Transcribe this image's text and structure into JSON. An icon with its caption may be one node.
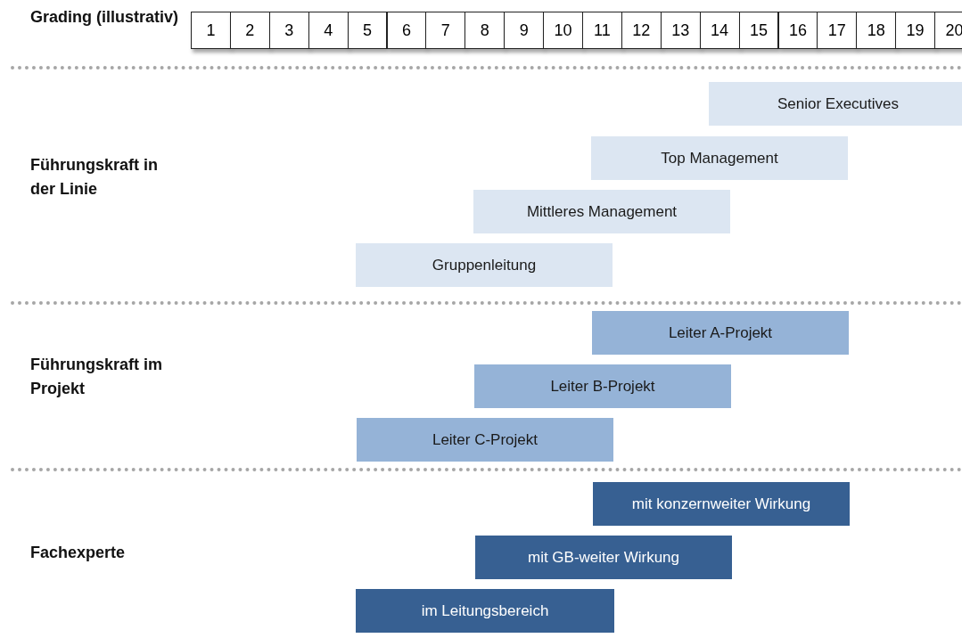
{
  "diagram": {
    "nodes": [
      {
        "text": [
          "Senior Executives"
        ]
      },
      {
        "text": [
          "Top Management"
        ]
      },
      {
        "text": [
          "Mittleres Management"
        ]
      },
      {
        "text": [
          "Gruppenleitung"
        ]
      },
      {
        "text": [
          "Leiter A-Projekt"
        ]
      },
      {
        "text": [
          "Leiter B-Projekt"
        ]
      },
      {
        "text": [
          "Leiter C-Projekt"
        ]
      },
      {
        "text": [
          "mit konzernweiter Wirkung"
        ]
      },
      {
        "text": [
          "mit GB-weiter Wirkung"
        ]
      },
      {
        "text": [
          "im Leitungsbereich"
        ]
      }
    ],
    "labels": [
      "Grading (illustrativ)",
      "1",
      "2",
      "3",
      "4",
      "5",
      "6",
      "7",
      "8",
      "9",
      "10",
      "11",
      "12",
      "13",
      "14",
      "15",
      "16",
      "17",
      "18",
      "19",
      "20",
      "Führungskraft in der Linie",
      "Führungskraft im Projekt",
      "Fachexperte"
    ]
  }
}
